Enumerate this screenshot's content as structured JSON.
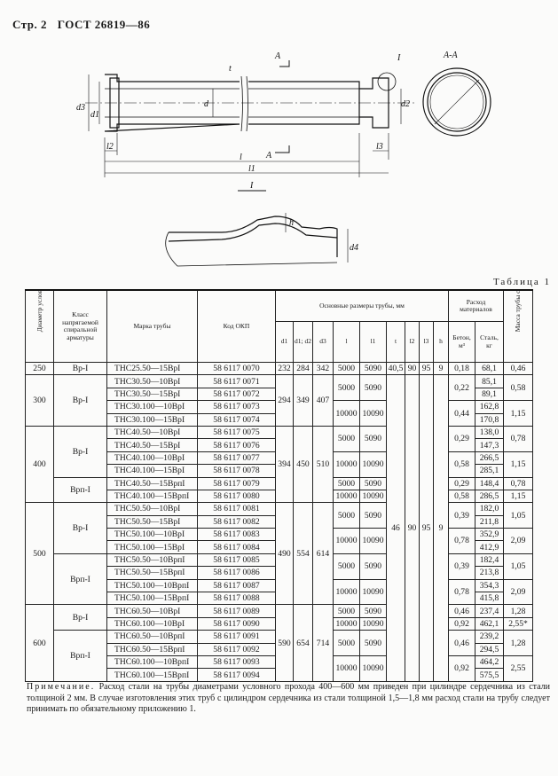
{
  "header": {
    "page": "Стр. 2",
    "standard": "ГОСТ 26819—86"
  },
  "drawing": {
    "labels": {
      "section_mark": "A",
      "section_title": "А-А",
      "detail": "I",
      "detail_title": "I",
      "d3": "d3",
      "d1": "d1",
      "d": "d",
      "d2": "d2",
      "t": "t",
      "l2": "l2",
      "l": "l",
      "l1": "l1",
      "l3": "l3",
      "h": "h",
      "d4": "d4"
    }
  },
  "table": {
    "caption": "Таблица 1",
    "headers": {
      "diameter": "Диаметр условного прохода трубы, мм",
      "class": "Класс напрягаемой спиральной арматуры",
      "mark": "Марка трубы",
      "code": "Код ОКП",
      "dims": "Основные размеры трубы, мм",
      "d1": "d1",
      "d1b": "d1; d2",
      "d2": "d3",
      "l": "l",
      "l1": "l1",
      "t": "t",
      "l2": "l2",
      "l3": "l3",
      "h": "h",
      "materials": "Расход материалов",
      "concrete": "Бетон, м³",
      "steel": "Сталь, кг",
      "mass": "Масса трубы справочная, т"
    },
    "columns": {
      "diameter": [
        [
          "250",
          1
        ],
        [
          "300",
          4
        ],
        [
          "400",
          6
        ],
        [
          "500",
          8
        ],
        [
          "600",
          6
        ]
      ],
      "class": [
        [
          "Вр-I",
          1
        ],
        [
          "Вр-I",
          4
        ],
        [
          "Вр-I",
          4
        ],
        [
          "Врп-I",
          2
        ],
        [
          "Вр-I",
          4
        ],
        [
          "Врп-I",
          4
        ],
        [
          "Вр-I",
          2
        ],
        [
          "Врп-I",
          4
        ]
      ],
      "mark": [
        "ТНС25.50—15ВрI",
        "ТНС30.50—10ВрI",
        "ТНС30.50—15ВрI",
        "ТНС30.100—10ВрI",
        "ТНС30.100—15ВрI",
        "ТНС40.50—10ВрI",
        "ТНС40.50—15ВрI",
        "ТНС40.100—10ВрI",
        "ТНС40.100—15ВрI",
        "ТНС40.50—15ВрпI",
        "ТНС40.100—15ВрпI",
        "ТНС50.50—10ВрI",
        "ТНС50.50—15ВрI",
        "ТНС50.100—10ВрI",
        "ТНС50.100—15ВрI",
        "ТНС50.50—10ВрпI",
        "ТНС50.50—15ВрпI",
        "ТНС50.100—10ВрпI",
        "ТНС50.100—15ВрпI",
        "ТНС60.50—10ВрI",
        "ТНС60.100—10ВрI",
        "ТНС60.50—10ВрпI",
        "ТНС60.50—15ВрпI",
        "ТНС60.100—10ВрпI",
        "ТНС60.100—15ВрпI"
      ],
      "code": [
        "58 6117 0070",
        "58 6117 0071",
        "58 6117 0072",
        "58 6117 0073",
        "58 6117 0074",
        "58 6117 0075",
        "58 6117 0076",
        "58 6117 0077",
        "58 6117 0078",
        "58 6117 0079",
        "58 6117 0080",
        "58 6117 0081",
        "58 6117 0082",
        "58 6117 0083",
        "58 6117 0084",
        "58 6117 0085",
        "58 6117 0086",
        "58 6117 0087",
        "58 6117 0088",
        "58 6117 0089",
        "58 6117 0090",
        "58 6117 0091",
        "58 6117 0092",
        "58 6117 0093",
        "58 6117 0094"
      ],
      "d1": [
        [
          "232",
          1
        ],
        [
          "294",
          4
        ],
        [
          "394",
          6
        ],
        [
          "490",
          8
        ],
        [
          "590",
          6
        ]
      ],
      "d1b": [
        [
          "284",
          1
        ],
        [
          "349",
          4
        ],
        [
          "450",
          6
        ],
        [
          "554",
          8
        ],
        [
          "654",
          6
        ]
      ],
      "d2": [
        [
          "342",
          1
        ],
        [
          "407",
          4
        ],
        [
          "510",
          6
        ],
        [
          "614",
          8
        ],
        [
          "714",
          6
        ]
      ],
      "l": [
        [
          "5000",
          1
        ],
        [
          "5000",
          2
        ],
        [
          "10000",
          2
        ],
        [
          "5000",
          2
        ],
        [
          "10000",
          2
        ],
        [
          "5000",
          1
        ],
        [
          "10000",
          1
        ],
        [
          "5000",
          2
        ],
        [
          "10000",
          2
        ],
        [
          "5000",
          2
        ],
        [
          "10000",
          2
        ],
        [
          "5000",
          1
        ],
        [
          "10000",
          1
        ],
        [
          "5000",
          2
        ],
        [
          "10000",
          2
        ]
      ],
      "l1": [
        [
          "5090",
          1
        ],
        [
          "5090",
          2
        ],
        [
          "10090",
          2
        ],
        [
          "5090",
          2
        ],
        [
          "10090",
          2
        ],
        [
          "5090",
          1
        ],
        [
          "10090",
          1
        ],
        [
          "5090",
          2
        ],
        [
          "10090",
          2
        ],
        [
          "5090",
          2
        ],
        [
          "10090",
          2
        ],
        [
          "5090",
          1
        ],
        [
          "10090",
          1
        ],
        [
          "5090",
          2
        ],
        [
          "10090",
          2
        ]
      ],
      "t": [
        [
          "40,5",
          1
        ],
        [
          "46",
          24
        ]
      ],
      "l2": [
        [
          "90",
          1
        ],
        [
          "90",
          24
        ]
      ],
      "l3": [
        [
          "95",
          1
        ],
        [
          "95",
          24
        ]
      ],
      "h": [
        [
          "9",
          1
        ],
        [
          "9",
          24
        ]
      ],
      "concrete": [
        [
          "0,18",
          1
        ],
        [
          "0,22",
          2
        ],
        [
          "0,44",
          2
        ],
        [
          "0,29",
          2
        ],
        [
          "0,58",
          2
        ],
        [
          "0,29",
          1
        ],
        [
          "0,58",
          1
        ],
        [
          "0,39",
          2
        ],
        [
          "0,78",
          2
        ],
        [
          "0,39",
          2
        ],
        [
          "0,78",
          2
        ],
        [
          "0,46",
          1
        ],
        [
          "0,92",
          1
        ],
        [
          "0,46",
          2
        ],
        [
          "0,92",
          2
        ]
      ],
      "steel": [
        "68,1",
        "85,1",
        "89,1",
        "162,8",
        "170,8",
        "138,0",
        "147,3",
        "266,5",
        "285,1",
        "148,4",
        "286,5",
        "182,0",
        "211,8",
        "352,9",
        "412,9",
        "182,4",
        "213,8",
        "354,3",
        "415,8",
        "237,4",
        "462,1",
        "239,2",
        "294,5",
        "464,2",
        "575,5"
      ],
      "mass": [
        [
          "0,46",
          1
        ],
        [
          "0,58",
          2
        ],
        [
          "1,15",
          2
        ],
        [
          "0,78",
          2
        ],
        [
          "1,15",
          2
        ],
        [
          "0,78",
          1
        ],
        [
          "1,15",
          1
        ],
        [
          "1,05",
          2
        ],
        [
          "2,09",
          2
        ],
        [
          "1,05",
          2
        ],
        [
          "2,09",
          2
        ],
        [
          "1,28",
          1
        ],
        [
          "2,55*",
          1
        ],
        [
          "1,28",
          2
        ],
        [
          "2,55",
          2
        ]
      ]
    }
  },
  "note": {
    "label": "Примечание.",
    "text": "Расход стали на трубы диаметрами условного прохода 400—600 мм приведен при цилиндре сердечника из стали толщиной 2 мм. В случае изготовления этих труб с цилиндром сердечника из стали толщиной 1,5—1,8 мм расход стали на трубу следует принимать по обязательному приложению 1."
  }
}
